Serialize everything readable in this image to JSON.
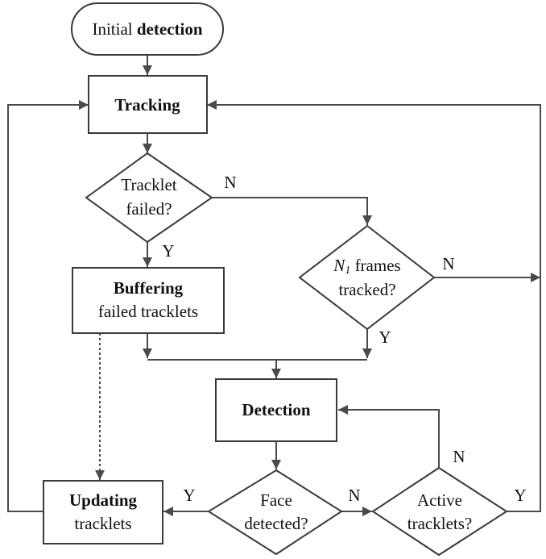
{
  "nodes": {
    "initial_detection": {
      "line1_plain": "Initial ",
      "line1_bold": "detection"
    },
    "tracking": {
      "label": "Tracking"
    },
    "tracklet_failed": {
      "line1": "Tracklet",
      "line2": "failed?"
    },
    "n1_frames": {
      "var": "N",
      "sub": "1",
      "line1_rest": " frames",
      "line2": "tracked?"
    },
    "buffering": {
      "line1": "Buffering",
      "line2": "failed tracklets"
    },
    "detection": {
      "label": "Detection"
    },
    "face_detected": {
      "line1": "Face",
      "line2": "detected?"
    },
    "active_tracklets": {
      "line1": "Active",
      "line2": "tracklets?"
    },
    "updating": {
      "line1": "Updating",
      "line2": "tracklets"
    }
  },
  "edge_labels": {
    "tracklet_failed_no": "N",
    "tracklet_failed_yes": "Y",
    "n1_no": "N",
    "n1_yes": "Y",
    "face_yes": "Y",
    "face_no": "N",
    "active_no": "N",
    "active_yes": "Y"
  }
}
